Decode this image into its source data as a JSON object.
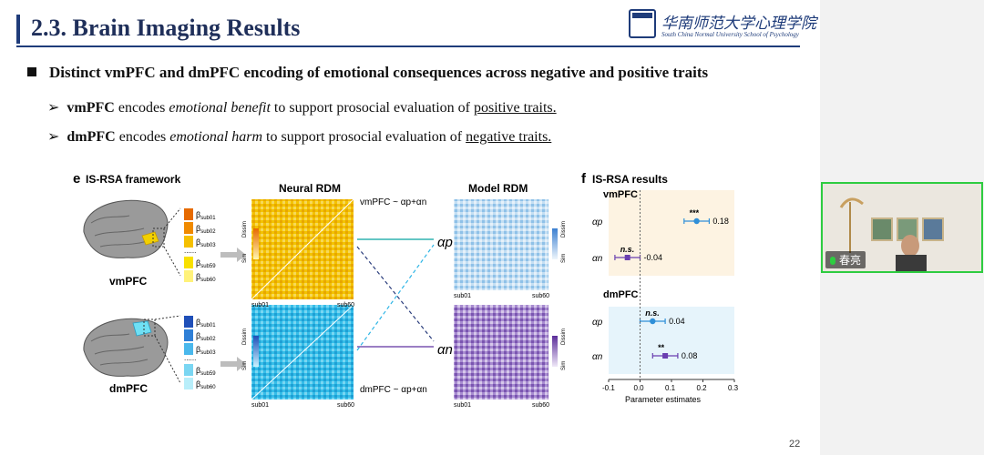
{
  "slide": {
    "title": "2.3. Brain Imaging Results",
    "logo": {
      "cn": "华南师范大学心理学院",
      "en": "South China Normal University School of Psychology"
    },
    "bullet": "Distinct vmPFC and dmPFC encoding of emotional consequences across negative and positive traits",
    "sub1": {
      "region": "vmPFC",
      "t1": " encodes ",
      "em": "emotional benefit",
      "t2": " to support prosocial evaluation of ",
      "u": "positive traits."
    },
    "sub2": {
      "region": "dmPFC",
      "t1": " encodes ",
      "em": "emotional harm",
      "t2": " to support prosocial evaluation of ",
      "u": "negative traits."
    },
    "page_number": "22"
  },
  "figure": {
    "panel_e": {
      "letter": "e",
      "title": "IS-RSA framework"
    },
    "vm_region": "vmPFC",
    "dm_region": "dmPFC",
    "beta_symbol": "β",
    "subjects_top": [
      "sub01",
      "sub02",
      "sub03",
      "sub59",
      "sub60"
    ],
    "neural_rdm_title": "Neural RDM",
    "model_rdm_title": "Model RDM",
    "vm_formula": "vmPFC ~ αp+αn",
    "dm_formula": "dmPFC ~ αp+αn",
    "alpha_p": "αp",
    "alpha_n": "αn",
    "dissim": "Dissim",
    "sim": "Sim",
    "axis_sub01": "sub01",
    "axis_sub60": "sub60",
    "dots": "......",
    "colors": {
      "vm": "#f0b400",
      "dm": "#2fb6e6",
      "model_p": "#9ec9ec",
      "model_n": "#8d6bbf",
      "teal": "#31b3b0",
      "navy": "#2a3d7c",
      "purple": "#7a55b0"
    }
  },
  "chart_data": {
    "type": "scatter",
    "panel_letter": "f",
    "title": "IS-RSA results",
    "xlabel": "Parameter estimates",
    "xlim": [
      -0.1,
      0.3
    ],
    "xticks": [
      "-0.1",
      "0.0",
      "0.1",
      "0.2",
      "0.3"
    ],
    "groups": [
      {
        "name": "vmPFC",
        "points": [
          {
            "label": "αp",
            "estimate": 0.18,
            "ci": [
              0.14,
              0.22
            ],
            "sig": "***",
            "value_label": "0.18",
            "marker": "circle",
            "color": "#2f8fd8"
          },
          {
            "label": "αn",
            "estimate": -0.04,
            "ci": [
              -0.08,
              0.0
            ],
            "sig": "n.s.",
            "value_label": "-0.04",
            "marker": "square",
            "color": "#6a3fb0"
          }
        ]
      },
      {
        "name": "dmPFC",
        "points": [
          {
            "label": "αp",
            "estimate": 0.04,
            "ci": [
              0.0,
              0.08
            ],
            "sig": "n.s.",
            "value_label": "0.04",
            "marker": "circle",
            "color": "#2f8fd8"
          },
          {
            "label": "αn",
            "estimate": 0.08,
            "ci": [
              0.04,
              0.12
            ],
            "sig": "**",
            "value_label": "0.08",
            "marker": "square",
            "color": "#6a3fb0"
          }
        ]
      }
    ]
  },
  "video": {
    "participant_name": "春亮"
  }
}
